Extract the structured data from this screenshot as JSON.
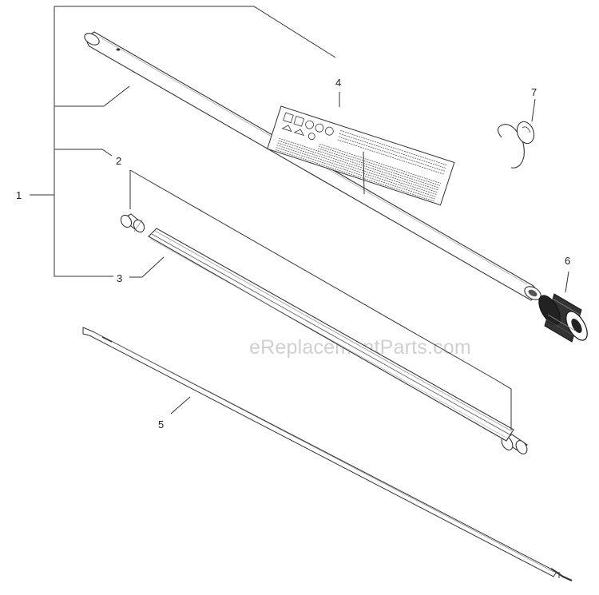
{
  "callouts": {
    "c1": "1",
    "c2": "2",
    "c3": "3",
    "c4": "4",
    "c5": "5",
    "c6": "6",
    "c7": "7"
  },
  "watermark": "eReplacementParts.com",
  "colors": {
    "line": "#333333",
    "background": "#ffffff",
    "watermark": "#d0d0d0"
  },
  "parts": [
    "main-pipe",
    "decal",
    "hanger",
    "bushing",
    "liner",
    "grip",
    "drive-shaft"
  ]
}
